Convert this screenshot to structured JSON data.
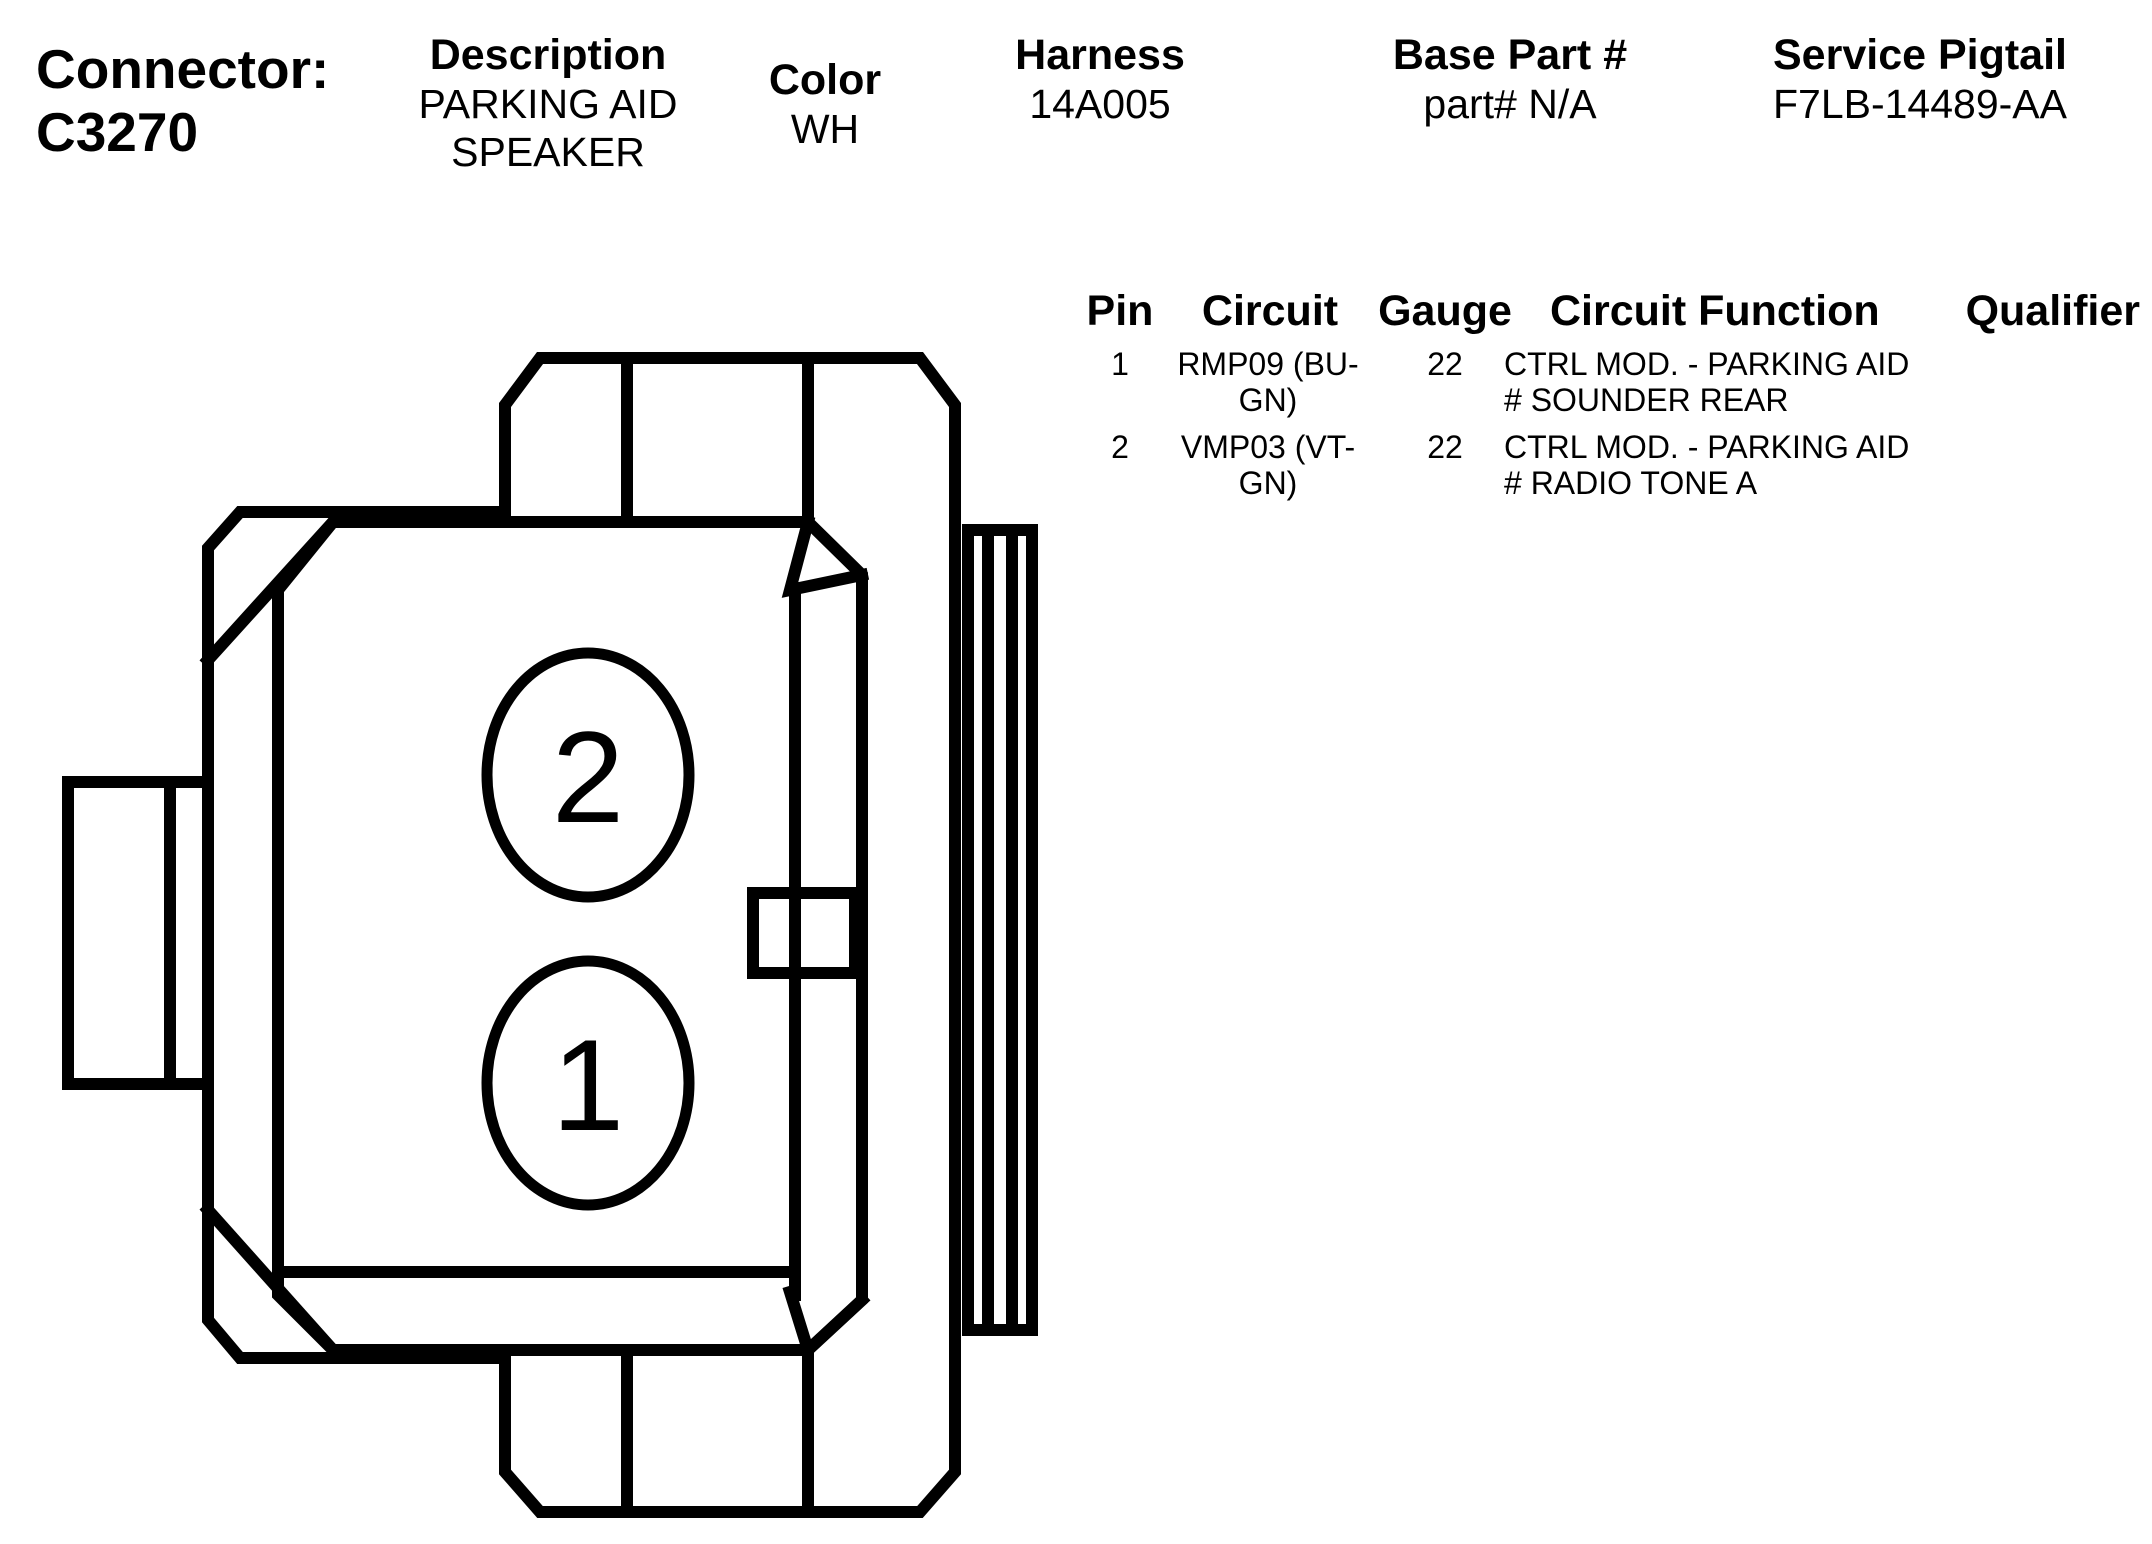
{
  "connector": {
    "label": "Connector:",
    "id": "C3270"
  },
  "header": {
    "description": {
      "label": "Description",
      "value_line1": "PARKING AID",
      "value_line2": "SPEAKER"
    },
    "color": {
      "label": "Color",
      "value": "WH"
    },
    "harness": {
      "label": "Harness",
      "value": "14A005"
    },
    "base_part": {
      "label": "Base Part #",
      "value": "part# N/A"
    },
    "service_pigtail": {
      "label": "Service Pigtail",
      "value": "F7LB-14489-AA"
    }
  },
  "pin_table": {
    "columns": [
      "Pin",
      "Circuit",
      "Gauge",
      "Circuit Function",
      "Qualifier"
    ],
    "rows": [
      {
        "pin": "1",
        "circuit_line1": "RMP09 (BU-",
        "circuit_line2": "GN)",
        "gauge": "22",
        "function_line1": "CTRL MOD. - PARKING AID",
        "function_line2": "# SOUNDER REAR",
        "qualifier": ""
      },
      {
        "pin": "2",
        "circuit_line1": "VMP03 (VT-",
        "circuit_line2": "GN)",
        "gauge": "22",
        "function_line1": "CTRL MOD. - PARKING AID",
        "function_line2": "# RADIO TONE A",
        "qualifier": ""
      }
    ]
  },
  "diagram": {
    "cavity_upper": "2",
    "cavity_lower": "1",
    "line_color": "#000000"
  }
}
